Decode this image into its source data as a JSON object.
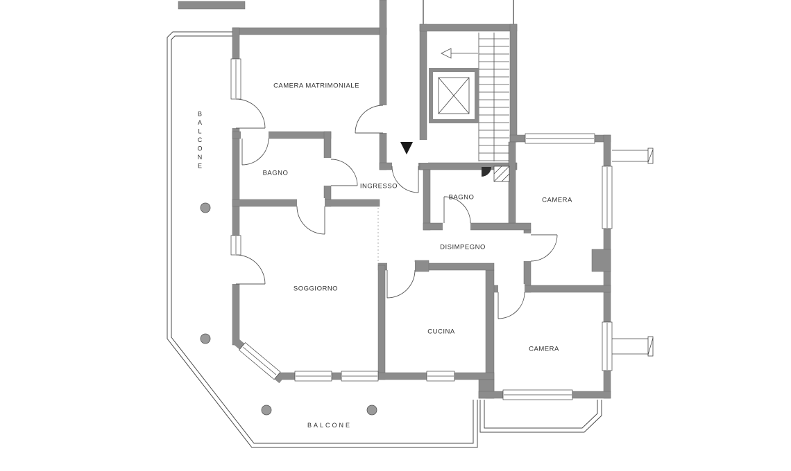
{
  "plan": {
    "title": "apartment floor plan",
    "language": "it",
    "rooms": {
      "camera_matrimoniale": {
        "label": "CAMERA MATRIMONIALE"
      },
      "bagno_1": {
        "label": "BAGNO"
      },
      "ingresso": {
        "label": "INGRESSO"
      },
      "bagno_2": {
        "label": "BAGNO"
      },
      "camera_1": {
        "label": "CAMERA"
      },
      "disimpegno": {
        "label": "DISIMPEGNO"
      },
      "soggiorno": {
        "label": "SOGGIORNO"
      },
      "cucina": {
        "label": "CUCINA"
      },
      "camera_2": {
        "label": "CAMERA"
      },
      "balcone_left": {
        "label": "BALCONE"
      },
      "balcone_bottom": {
        "label": "BALCONE"
      }
    },
    "colors": {
      "wall": "#8c8c8c",
      "line": "#4a4a4a",
      "column": "#9a9a9a",
      "entrance_arrow": "#1a1a1a",
      "text": "#2e2e2e",
      "background": "#ffffff"
    }
  }
}
